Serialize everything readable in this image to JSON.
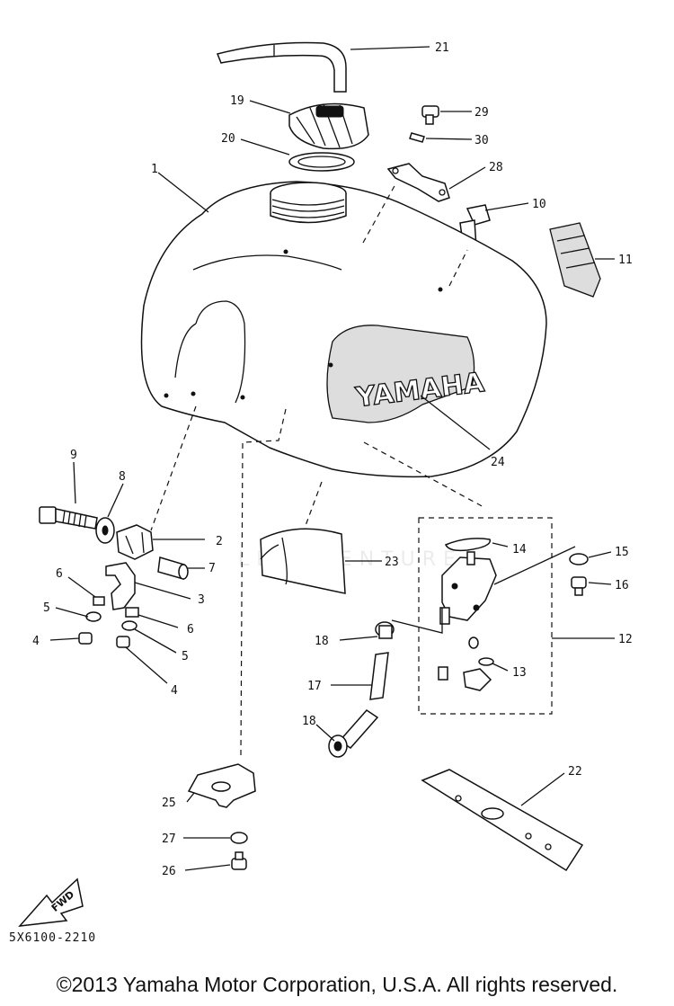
{
  "diagram": {
    "callouts": [
      "1",
      "2",
      "3",
      "4",
      "4",
      "5",
      "5",
      "6",
      "6",
      "7",
      "8",
      "9",
      "10",
      "11",
      "12",
      "13",
      "14",
      "15",
      "16",
      "17",
      "18",
      "18",
      "19",
      "20",
      "21",
      "22",
      "23",
      "24",
      "25",
      "26",
      "27",
      "28",
      "29",
      "30"
    ],
    "tank_logo": "YAMAHA",
    "fwd_label": "FWD",
    "watermark": "LEADVENTURE"
  },
  "footer": {
    "diagram_code": "5X6100-2210",
    "copyright": "©2013 Yamaha Motor Corporation, U.S.A. All rights reserved."
  }
}
